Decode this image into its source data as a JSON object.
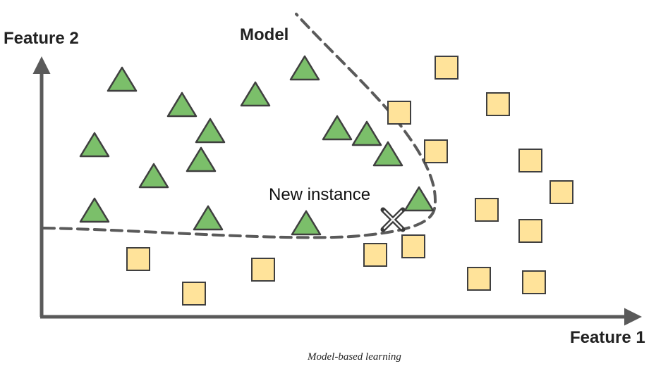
{
  "diagram": {
    "y_axis_label": "Feature 2",
    "x_axis_label": "Feature 1",
    "boundary_label": "Model",
    "new_instance_label": "New instance",
    "caption": "Model-based learning"
  },
  "colors": {
    "axis": "#5a5a5a",
    "triangle_fill": "#7bbf6a",
    "square_fill": "#ffe39a",
    "outline": "#3f3f3f",
    "boundary": "#5a5a5a"
  },
  "legend_glyphs": {
    "class_a": "triangle-icon",
    "class_b": "square-icon",
    "new_instance": "x-mark-icon"
  }
}
